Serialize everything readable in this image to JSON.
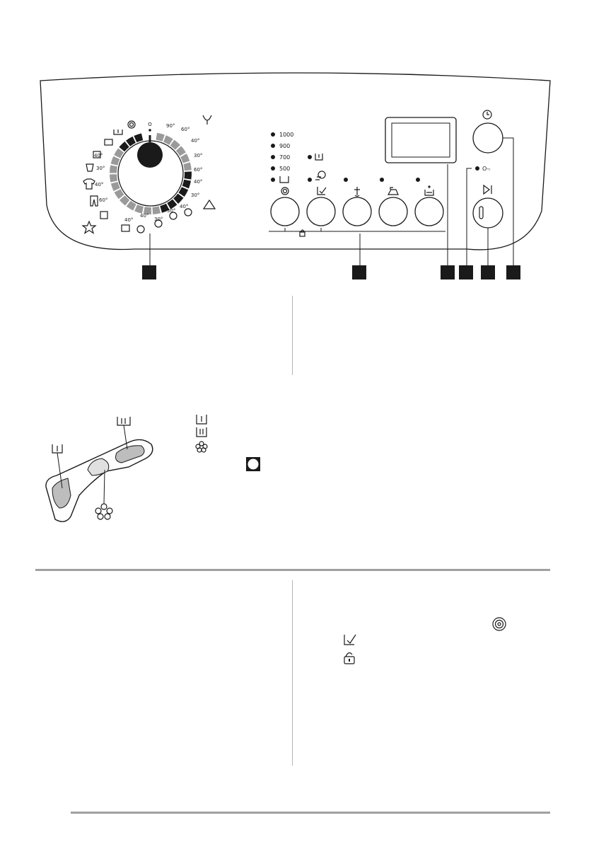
{
  "panel": {
    "dial": {
      "top_label": "O",
      "right_ticks": [
        "90°",
        "60°",
        "40°",
        "30°",
        "60°",
        "40°",
        "30°",
        "40°",
        "30°"
      ],
      "left_ticks": [
        "30°",
        "40°",
        "40°",
        "60°",
        "40°",
        "30°",
        "40°"
      ]
    },
    "speed": {
      "options": [
        "1000",
        "900",
        "700",
        "500"
      ]
    },
    "buttons": [
      {
        "icon": "spin-icon"
      },
      {
        "icon": "time-saving-icon"
      },
      {
        "icon": "stain-icon"
      },
      {
        "icon": "easy-iron-icon"
      },
      {
        "icon": "extra-rinse-icon"
      }
    ],
    "key_label": "O-ᵣ"
  },
  "callouts": [
    {
      "number": ""
    },
    {
      "number": ""
    },
    {
      "number": ""
    },
    {
      "number": ""
    },
    {
      "number": ""
    },
    {
      "number": ""
    }
  ],
  "dispenser": {
    "compartments": [
      "I",
      "II",
      "flower"
    ]
  },
  "colors": {
    "ink": "#1a1a1a",
    "divider": "#a0a0a0",
    "dial_segment_light": "#9a9a9a",
    "dial_segment_dark": "#1a1a1a"
  }
}
